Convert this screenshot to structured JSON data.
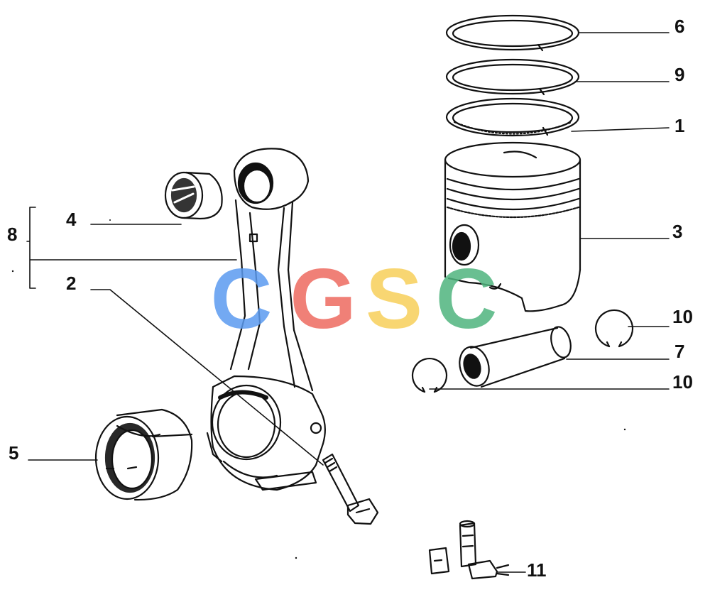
{
  "diagram": {
    "labels": {
      "ring_top": "6",
      "ring_second": "9",
      "ring_oil": "1",
      "piston": "3",
      "circlip_right": "10",
      "piston_pin": "7",
      "circlip_left": "10",
      "small_end_bush": "4",
      "rod_assembly": "8",
      "connecting_rod": "2",
      "big_end_bearing": "5",
      "fittings": "11"
    },
    "watermark": {
      "text": "CGSC"
    }
  },
  "colors": {
    "ink": "#111111",
    "watermark_c1": "#5b9bf0",
    "watermark_g": "#ee6b60",
    "watermark_s": "#f7cf5a",
    "watermark_c2": "#4fb57e"
  }
}
